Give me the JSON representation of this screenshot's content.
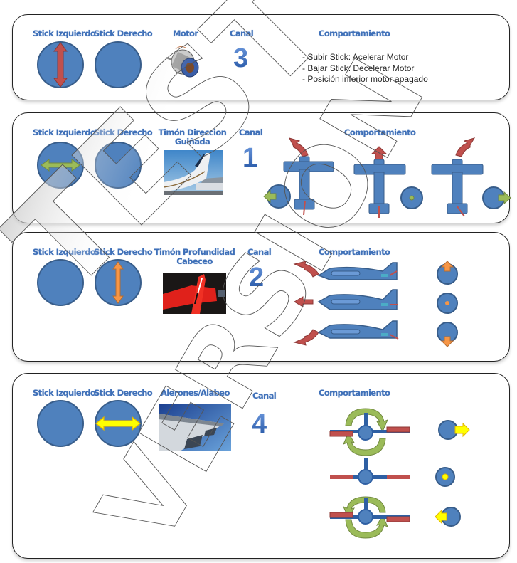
{
  "colors": {
    "header_text": "#3f70b8",
    "stick_fill": "#4f81bd",
    "stick_border": "#385d8a",
    "arrow_red": "#c0504d",
    "arrow_green": "#9bbb59",
    "arrow_orange": "#f79646",
    "arrow_yellow": "#ffff00",
    "aileron_red": "#c0504d"
  },
  "watermark": {
    "text": "TEST VERSION"
  },
  "panels": [
    {
      "id": "motor",
      "stick_left_label": "Stick Izquierdo",
      "stick_right_label": "Stick Derecho",
      "control_label": "Motor",
      "canal_label": "Canal",
      "canal_number": "3",
      "behavior_label": "Comportamiento",
      "active_stick": "left",
      "arrow_direction": "vertical",
      "arrow_color": "red",
      "photo": "motor-photo",
      "behavior_items": [
        "Subir Stick: Acelerar Motor",
        "Bajar Stick: Decelerar Motor",
        "Posición inferior motor apagado"
      ]
    },
    {
      "id": "yaw",
      "stick_left_label": "Stick Izquierdo",
      "stick_right_label": "Stick Derecho",
      "control_label": "Timón Direccion Guiñada",
      "canal_label": "Canal",
      "canal_number": "1",
      "behavior_label": "Comportamiento",
      "active_stick": "left",
      "arrow_direction": "horizontal",
      "arrow_color": "green",
      "photo": "tail-fin-photo",
      "states": [
        "left",
        "center",
        "right"
      ]
    },
    {
      "id": "pitch",
      "stick_left_label": "Stick Izquierdo",
      "stick_right_label": "Stick Derecho",
      "control_label": "Timón Profundidad Cabeceo",
      "canal_label": "Canal",
      "canal_number": "2",
      "behavior_label": "Comportamiento",
      "active_stick": "right",
      "arrow_direction": "vertical",
      "arrow_color": "orange",
      "photo": "red-plane-photo",
      "states": [
        "up",
        "center",
        "down"
      ]
    },
    {
      "id": "roll",
      "stick_left_label": "Stick Izquierdo",
      "stick_right_label": "Stick Derecho",
      "control_label": "Alerones/Alabeo",
      "canal_label": "Canal",
      "canal_number": "4",
      "behavior_label": "Comportamiento",
      "active_stick": "right",
      "arrow_direction": "horizontal",
      "arrow_color": "yellow",
      "photo": "wing-photo",
      "states": [
        "right",
        "center",
        "left"
      ]
    }
  ]
}
